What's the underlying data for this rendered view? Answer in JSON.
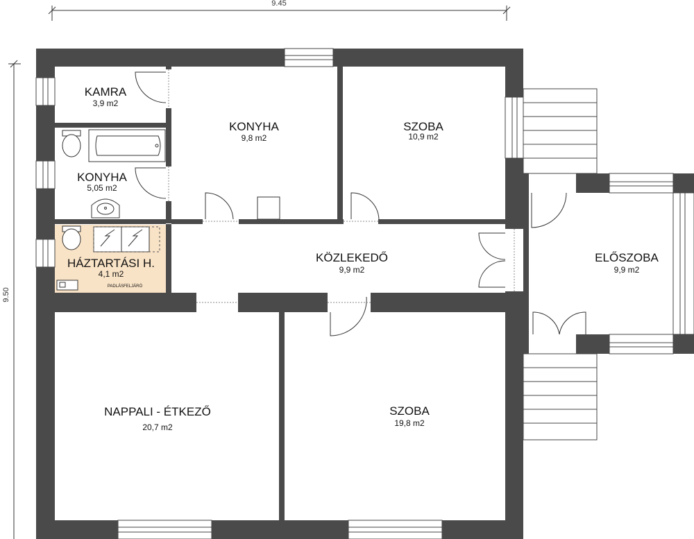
{
  "dimensions": {
    "width_label": "9.45",
    "height_label": "9.50"
  },
  "rooms": [
    {
      "id": "kamra",
      "name": "KAMRA",
      "area": "3,9 m2"
    },
    {
      "id": "konyha-small",
      "name": "KONYHA",
      "area": "5,05 m2"
    },
    {
      "id": "haztartasi",
      "name": "HÁZTARTÁSI H.",
      "area": "4,1 m2",
      "note": "PADLÁSFELJÁRÓ"
    },
    {
      "id": "konyha",
      "name": "KONYHA",
      "area": "9,8 m2"
    },
    {
      "id": "szoba-top",
      "name": "SZOBA",
      "area": "10,9 m2"
    },
    {
      "id": "kozlekedo",
      "name": "KÖZLEKEDŐ",
      "area": "9,9 m2"
    },
    {
      "id": "eloszoba",
      "name": "ELŐSZOBA",
      "area": "9,9 m2"
    },
    {
      "id": "nappali",
      "name": "NAPPALI - ÉTKEZŐ",
      "area": "20,7 m2"
    },
    {
      "id": "szoba-bottom",
      "name": "SZOBA",
      "area": "19,8 m2"
    }
  ],
  "colors": {
    "wall": "#4a4a4a",
    "utility_fill": "#f9e3c6",
    "line": "#222222"
  }
}
